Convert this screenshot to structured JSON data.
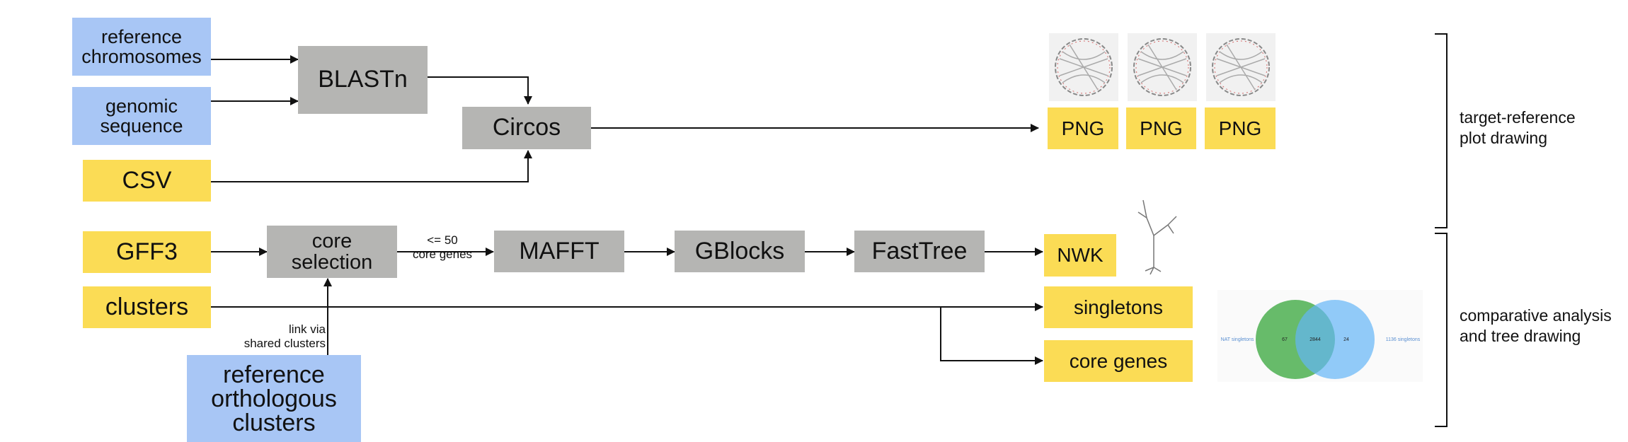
{
  "inputs": {
    "reference_chromosomes": "reference\nchromosomes",
    "genomic_sequence": "genomic\nsequence",
    "csv": "CSV",
    "gff3": "GFF3",
    "clusters": "clusters",
    "reference_orthologous_clusters": "reference\northologous\nclusters"
  },
  "tools": {
    "blastn": "BLASTn",
    "circos": "Circos",
    "core_selection": "core\nselection",
    "mafft": "MAFFT",
    "gblocks": "GBlocks",
    "fasttree": "FastTree"
  },
  "outputs": {
    "png": [
      "PNG",
      "PNG",
      "PNG"
    ],
    "nwk": "NWK",
    "singletons": "singletons",
    "core_genes": "core genes"
  },
  "edge_labels": {
    "core_genes_limit": "<= 50\ncore genes",
    "link_shared": "link via\nshared clusters"
  },
  "sections": {
    "target_reference": "target-reference\nplot drawing",
    "comparative": "comparative analysis\nand tree drawing"
  },
  "venn": {
    "left_label": "NAT singletons",
    "left_count": "67",
    "overlap_count": "2844",
    "right_count": "24",
    "right_label": "1136 singletons",
    "left_color": "#4caf50",
    "right_color": "#64b5f6"
  },
  "colors": {
    "input_blue": "#a8c6f5",
    "output_yellow": "#fbdc55",
    "tool_gray": "#b5b5b3"
  }
}
